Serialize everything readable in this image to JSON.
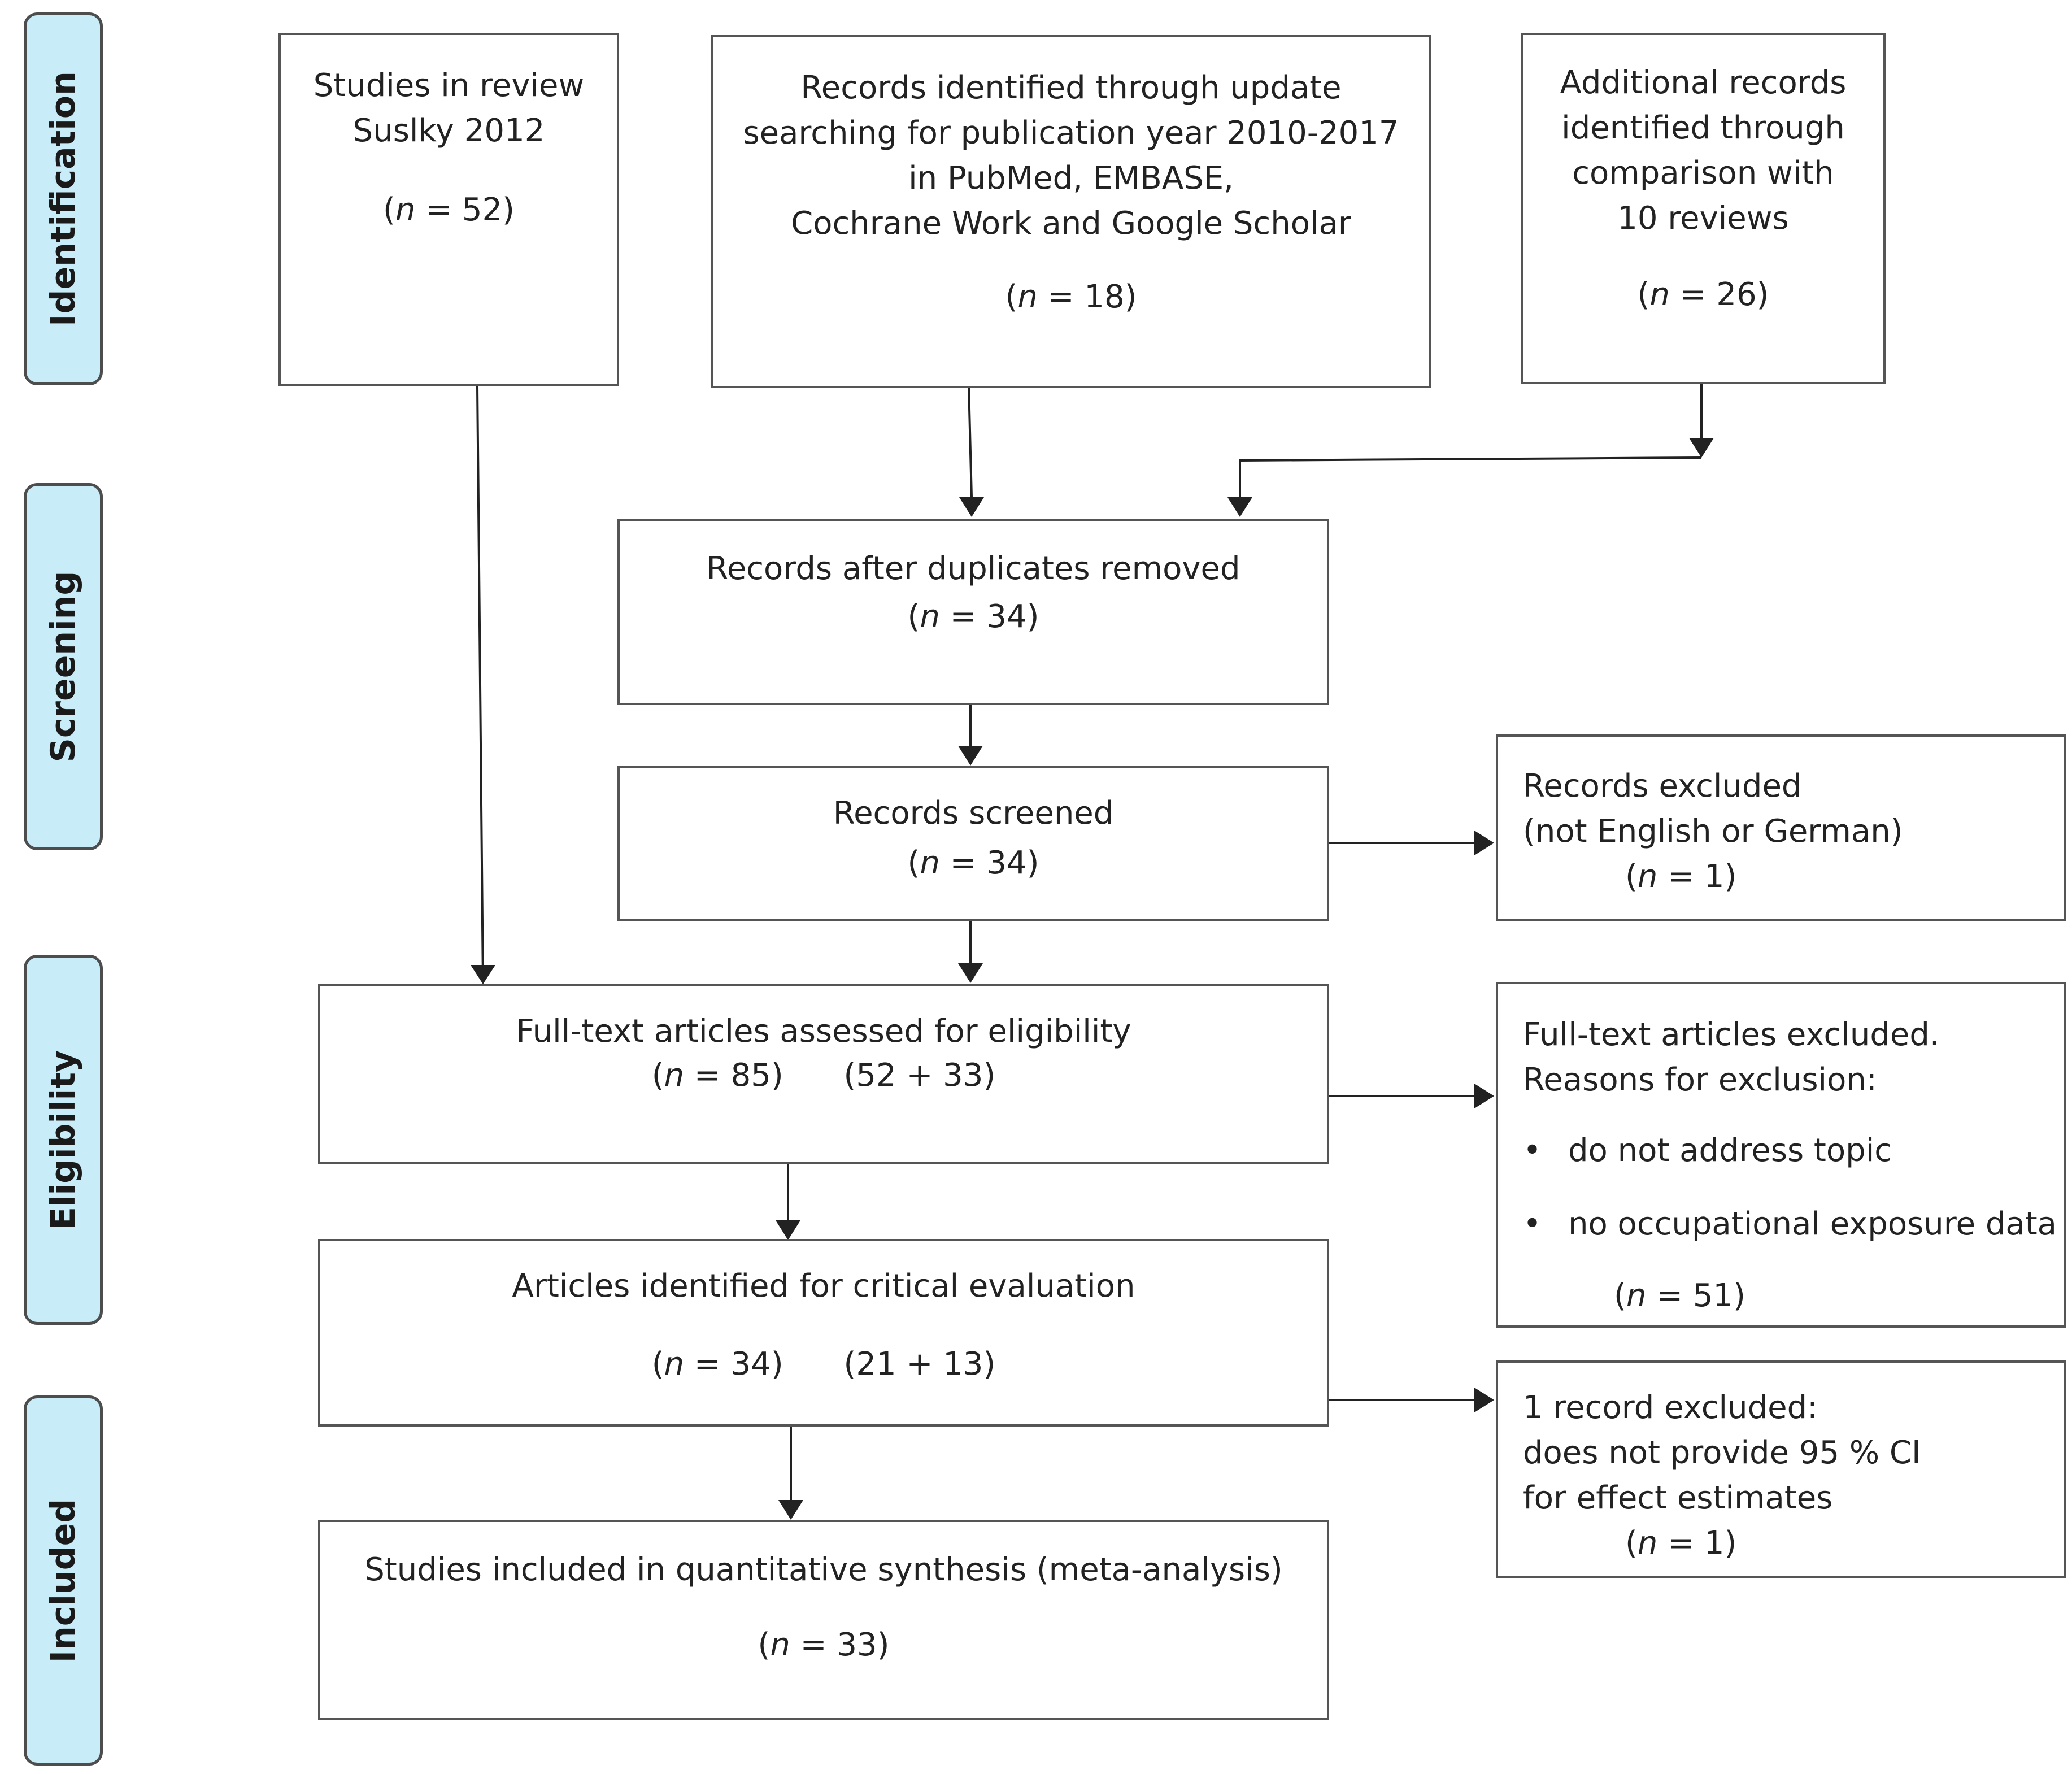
{
  "stages": {
    "identification": "Identification",
    "screening": "Screening",
    "eligibility": "Eligibility",
    "included": "Included"
  },
  "boxes": {
    "suslky": {
      "line1": "Studies in review",
      "line2": "Suslky 2012",
      "n": "52"
    },
    "update": {
      "line1": "Records identified through update",
      "line2": "searching for publication year 2010-2017",
      "line3": "in PubMed, EMBASE,",
      "line4": "Cochrane Work and Google Scholar",
      "n": "18"
    },
    "additional": {
      "line1": "Additional records",
      "line2": "identified through",
      "line3": "comparison with",
      "line4": "10 reviews",
      "n": "26"
    },
    "duplicates": {
      "line1": "Records after duplicates removed",
      "n": "34"
    },
    "screened": {
      "line1": "Records screened",
      "n": "34"
    },
    "excluded_language": {
      "line1": "Records excluded",
      "line2": "(not English or German)",
      "n": "1"
    },
    "fulltext": {
      "line1": "Full-text articles assessed for eligibility",
      "n": "85",
      "breakdown": "(52 + 33)"
    },
    "fulltext_excluded": {
      "line1": "Full-text articles excluded.",
      "line2": "Reasons for exclusion:",
      "reasons": [
        "do not address topic",
        "no occupational exposure data"
      ],
      "n": "51"
    },
    "critical": {
      "line1": "Articles identified for critical evaluation",
      "n": "34",
      "breakdown": "(21 + 13)"
    },
    "ci_excluded": {
      "line1": "1 record excluded:",
      "line2": "does not provide 95 % CI",
      "line3": "for effect estimates",
      "n": "1"
    },
    "included": {
      "line1": "Studies included in quantitative synthesis (meta-analysis)",
      "n": "33"
    }
  },
  "symbols": {
    "n_label": "n",
    "bullet": "•"
  },
  "colors": {
    "tab_fill": "#c9ecf9",
    "border": "#555555",
    "arrow": "#222222"
  }
}
